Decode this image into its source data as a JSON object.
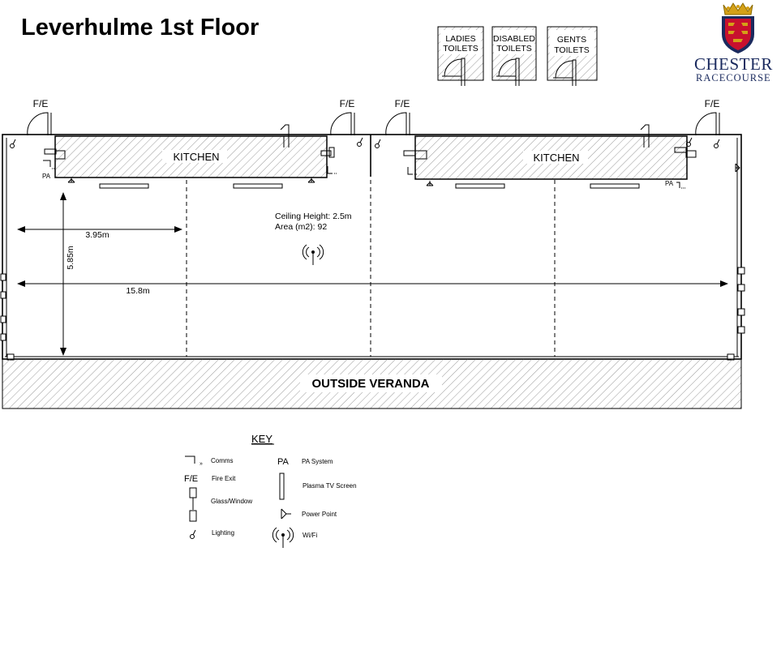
{
  "title": "Leverhulme 1st Floor",
  "logo": {
    "line1": "CHESTER",
    "line2": "RACECOURSE"
  },
  "toilets": [
    {
      "line1": "LADIES",
      "line2": "TOILETS"
    },
    {
      "line1": "DISABLED",
      "line2": "TOILETS"
    },
    {
      "line1": "GENTS",
      "line2": "TOILETS"
    }
  ],
  "floor": {
    "fire_exit_label": "F/E",
    "kitchen_label": "KITCHEN",
    "pa_label": "PA",
    "ceiling": "Ceiling Height: 2.5m",
    "area": "Area (m2): 92",
    "dim_width_section": "3.95m",
    "dim_depth": "5.85m",
    "dim_total": "15.8m",
    "veranda": "OUTSIDE VERANDA"
  },
  "key": {
    "title": "KEY",
    "items": {
      "comms": "Comms",
      "fire_exit_symbol": "F/E",
      "fire_exit": "Fire Exit",
      "glass": "Glass/Window",
      "lighting": "Lighting",
      "pa_symbol": "PA",
      "pa": "PA System",
      "plasma": "Plasma TV Screen",
      "power": "Power Point",
      "wifi": "Wi/Fi"
    }
  },
  "colors": {
    "logo_navy": "#1a2a5e",
    "logo_red": "#c8102e",
    "logo_gold": "#d4a017"
  }
}
